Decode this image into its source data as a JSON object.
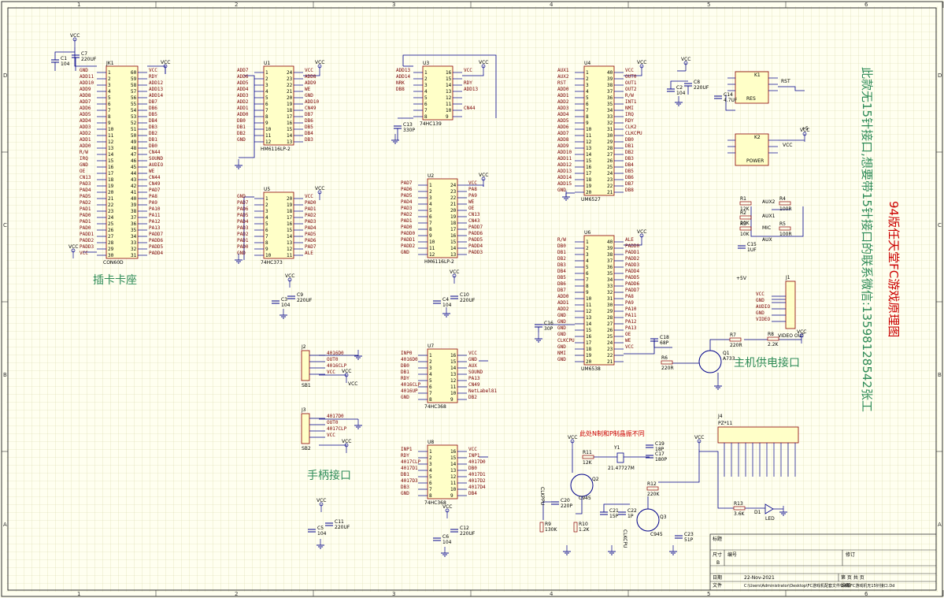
{
  "border": {
    "cols": [
      "1",
      "2",
      "3",
      "4",
      "5",
      "6"
    ],
    "rows": [
      "D",
      "C",
      "B",
      "A"
    ]
  },
  "labels": {
    "card_slot": "插卡卡座",
    "controller_port": "手柄接口",
    "power_port": "主机供电接口",
    "title_vertical": "94版任天堂FC游戏原理图",
    "side_note": "此款无15针接口,想要带15针接口的联系微信:13598128542张工",
    "crystal_note": "此处N制和P制晶振不同"
  },
  "components": {
    "jk1": {
      "ref": "JK1",
      "name": "CON60D"
    },
    "u1": {
      "ref": "U1",
      "name": "HM6116LP-2"
    },
    "u3": {
      "ref": "U3",
      "name": "74HC139"
    },
    "u4": {
      "ref": "U4",
      "name": "UM6527"
    },
    "u5": {
      "ref": "U5",
      "name": "74HC373"
    },
    "u2": {
      "ref": "U2",
      "name": "HM6116LP-2"
    },
    "u6": {
      "ref": "U6",
      "name": "UM6538"
    },
    "u7": {
      "ref": "U7",
      "name": "74HC368"
    },
    "u8": {
      "ref": "U8",
      "name": "74HC368"
    },
    "j2": {
      "ref": "J2",
      "name": "SB1"
    },
    "j3": {
      "ref": "J3",
      "name": "SB2"
    },
    "j1": {
      "ref": "J1",
      "name": ""
    },
    "j4": {
      "ref": "J4",
      "name": "PZ*11"
    },
    "k1": {
      "ref": "K1",
      "name": "RES"
    },
    "k2": {
      "ref": "K2",
      "name": "POWER"
    }
  },
  "jk1_left": [
    "GND",
    "ADD11",
    "ADD10",
    "ADD9",
    "ADD8",
    "ADD7",
    "ADD6",
    "ADD5",
    "ADD4",
    "ADD3",
    "ADD2",
    "ADD1",
    "ADD0",
    "R/W",
    "IRQ",
    "GND",
    "OE",
    "CN13",
    "PAD3",
    "PAD4",
    "PAD5",
    "PAD2",
    "PAD1",
    "PAD0",
    "PAD1",
    "PAD0",
    "PADD1",
    "PADD2",
    "PADD3",
    "VCC"
  ],
  "jk1_right": [
    "VCC",
    "RDY",
    "ADD12",
    "ADD13",
    "ADD14",
    "DB7",
    "DB6",
    "DB5",
    "DB4",
    "DB3",
    "DB2",
    "DB1",
    "DB0",
    "CN44",
    "SOUND",
    "AUDIO",
    "WE",
    "CN44",
    "CN49",
    "PAD7",
    "PA8",
    "PA9",
    "PA10",
    "PA11",
    "PA12",
    "PA13",
    "PADD7",
    "PADD6",
    "PADD5",
    "PADD4"
  ],
  "u1_left": [
    "ADD7",
    "ADD6",
    "ADD5",
    "ADD4",
    "ADD3",
    "ADD2",
    "ADD1",
    "ADD0",
    "DB0",
    "DB1",
    "DB2",
    "GND"
  ],
  "u1_right": [
    "VCC",
    "ADD8",
    "ADD9",
    "WE",
    "GND",
    "ADD10",
    "CN49",
    "DB7",
    "DB6",
    "DB5",
    "DB4",
    "DB3"
  ],
  "u3_left": [
    "ADD13",
    "ADD14",
    "NRK",
    "DB8",
    "",
    "",
    "",
    ""
  ],
  "u3_right": [
    "VCC",
    "",
    "RDY",
    "ADD13",
    "",
    "",
    "CN44",
    ""
  ],
  "u4_left": [
    "AUX1",
    "AUX2",
    "RST",
    "ADD0",
    "ADD1",
    "ADD2",
    "ADD3",
    "ADD4",
    "ADD5",
    "ADD6",
    "ADD7",
    "ADD8",
    "ADD9",
    "ADD10",
    "ADD11",
    "ADD12",
    "ADD13",
    "ADD14",
    "ADD15",
    "GND"
  ],
  "u4_right": [
    "VCC",
    "OUT0",
    "OUT1",
    "OUT2",
    "R/W",
    "INT1",
    "NMI",
    "IRQ",
    "RDY",
    "CLK2",
    "CLKCPU",
    "DB0",
    "DB1",
    "DB2",
    "DB3",
    "DB4",
    "DB5",
    "DB6",
    "DB7",
    "DB8"
  ],
  "u5_left": [
    "GND",
    "PAD7",
    "PAD6",
    "PAD5",
    "PAD4",
    "PAD3",
    "PAD2",
    "PAD1",
    "PAD0",
    "GND"
  ],
  "u5_right": [
    "VCC",
    "PAD0",
    "PAD1",
    "PAD2",
    "PAD3",
    "PAD4",
    "PAD5",
    "PAD6",
    "PAD7",
    "ALE"
  ],
  "u2_left": [
    "PAD7",
    "PAD6",
    "PAD5",
    "PAD4",
    "PAD3",
    "PAD2",
    "PAD1",
    "PAD0",
    "PADD0",
    "PADD1",
    "PADD2",
    "GND"
  ],
  "u2_right": [
    "VCC",
    "PA8",
    "PA9",
    "WE",
    "OE",
    "CN13",
    "CN43",
    "PADD7",
    "PADD6",
    "PADD5",
    "PADD4",
    "PADD3"
  ],
  "u6_left": [
    "R/W",
    "DB0",
    "DB1",
    "DB2",
    "DB3",
    "DB4",
    "DB5",
    "DB6",
    "DB7",
    "ADD0",
    "ADD1",
    "ADD2",
    "GND",
    "GND",
    "GND",
    "GND",
    "CLKCPU",
    "GND",
    "NMI",
    "GND"
  ],
  "u6_right": [
    "ALE",
    "PADD0",
    "PADD1",
    "PADD2",
    "PADD3",
    "PADD4",
    "PADD5",
    "PADD6",
    "PADD7",
    "PA8",
    "PA9",
    "PA10",
    "PA11",
    "PA12",
    "PA13",
    "OE",
    "WE",
    "VCC",
    "",
    ""
  ],
  "u7_left": [
    "INP0",
    "4016D0",
    "DB0",
    "DB1",
    "RDY",
    "4016CLP",
    "4016UP",
    "GND"
  ],
  "u7_right": [
    "VCC",
    "GND",
    "AUX",
    "SOUND",
    "PA13",
    "CN49",
    "NetLabel81",
    "DB2"
  ],
  "u8_left": [
    "INP1",
    "RDY",
    "4017CLP",
    "4017D1",
    "DB1",
    "4017D3",
    "DB3",
    "GND"
  ],
  "u8_right": [
    "VCC",
    "INP1",
    "4017D0",
    "DB0",
    "4017D1",
    "4017D2",
    "4017D4",
    "DB4"
  ],
  "j2_pins": [
    "4016D0",
    "OUT0",
    "4016CLP",
    "VCC"
  ],
  "j3_pins": [
    "4017D0",
    "OUT0",
    "4017CLP",
    "VCC"
  ],
  "j1_pins": [
    "VCC",
    "GND",
    "AUDIO",
    "GND",
    "VIDEO"
  ],
  "misc": {
    "vcc": "VCC",
    "c1": "C1",
    "c1v": "104",
    "c7": "C7",
    "c7v": "220UF",
    "c13": "C13",
    "c13v": "330P",
    "c9": "C9",
    "c9v": "220UF",
    "c3": "C3",
    "c3v": "104",
    "c10": "C10",
    "c10v": "220UF",
    "c4": "C4",
    "c4v": "104",
    "c11": "C11",
    "c11v": "220UF",
    "c5": "C5",
    "c5v": "104",
    "c12": "C12",
    "c12v": "220UF",
    "c6": "C6",
    "c6v": "104",
    "c8": "C8",
    "c8v": "220UF",
    "c2": "C2",
    "c2v": "104",
    "c16": "C16",
    "c16v": "30P",
    "c18": "C18",
    "c18v": "68P",
    "c14": "C14",
    "c14v": "4.7UF",
    "c15": "C15",
    "c15v": "1UF",
    "r1": "R1",
    "r1v": "12K",
    "r2": "R2",
    "r2v": "20K",
    "r3": "R3",
    "r3v": "10K",
    "r4": "R4",
    "r4v": "100R",
    "r5": "R5",
    "r5v": "100R",
    "r7": "R7",
    "r7v": "220R",
    "r8": "R8",
    "r8v": "2.2K",
    "r6": "R6",
    "r6v": "220R",
    "q1": "Q1",
    "q1v": "A733",
    "aux2": "AUX2",
    "aux1": "AUX1",
    "mic": "MIC",
    "aux": "AUX",
    "rst": "RST",
    "plus5v": "+5V",
    "plus5": "+5",
    "r11": "R11",
    "r11v": "12K",
    "y1": "Y1",
    "y1v": "21.47727M",
    "c19": "C19",
    "c19v": "18P",
    "c17": "C17",
    "c17v": "180P",
    "q2": "Q2",
    "q2v": "C945",
    "q3": "Q3",
    "q3v": "C945",
    "r12": "R12",
    "r12v": "220K",
    "c20": "C20",
    "c20v": "220P",
    "r9": "R9",
    "r9v": "130K",
    "r10": "R10",
    "r10v": "1.2K",
    "c21": "C21",
    "c21v": "15P",
    "c22": "C22",
    "c22v": "1P",
    "c23": "C23",
    "c23v": "51P",
    "clkp": "CLKPPU",
    "clkc": "CLKCPU",
    "r13": "R13",
    "r13v": "3.6K",
    "d1": "D1",
    "d1v": "LED",
    "video_out": "VIDEO OUT"
  },
  "title_block": {
    "title_label": "标题",
    "size_label": "尺寸",
    "num_label": "编号",
    "rev_label": "修订",
    "size_value": "B",
    "date_label": "日期",
    "date_value": "22-Nov-2021",
    "sheet_label": "第  页  共  页",
    "file_label": "文件",
    "file_value": "C:\\Users\\Administrator\\Desktop\\FC游戏机配套文件\\94版FC游戏机无15针接口.Dd",
    "drawn_label": "绘图"
  }
}
